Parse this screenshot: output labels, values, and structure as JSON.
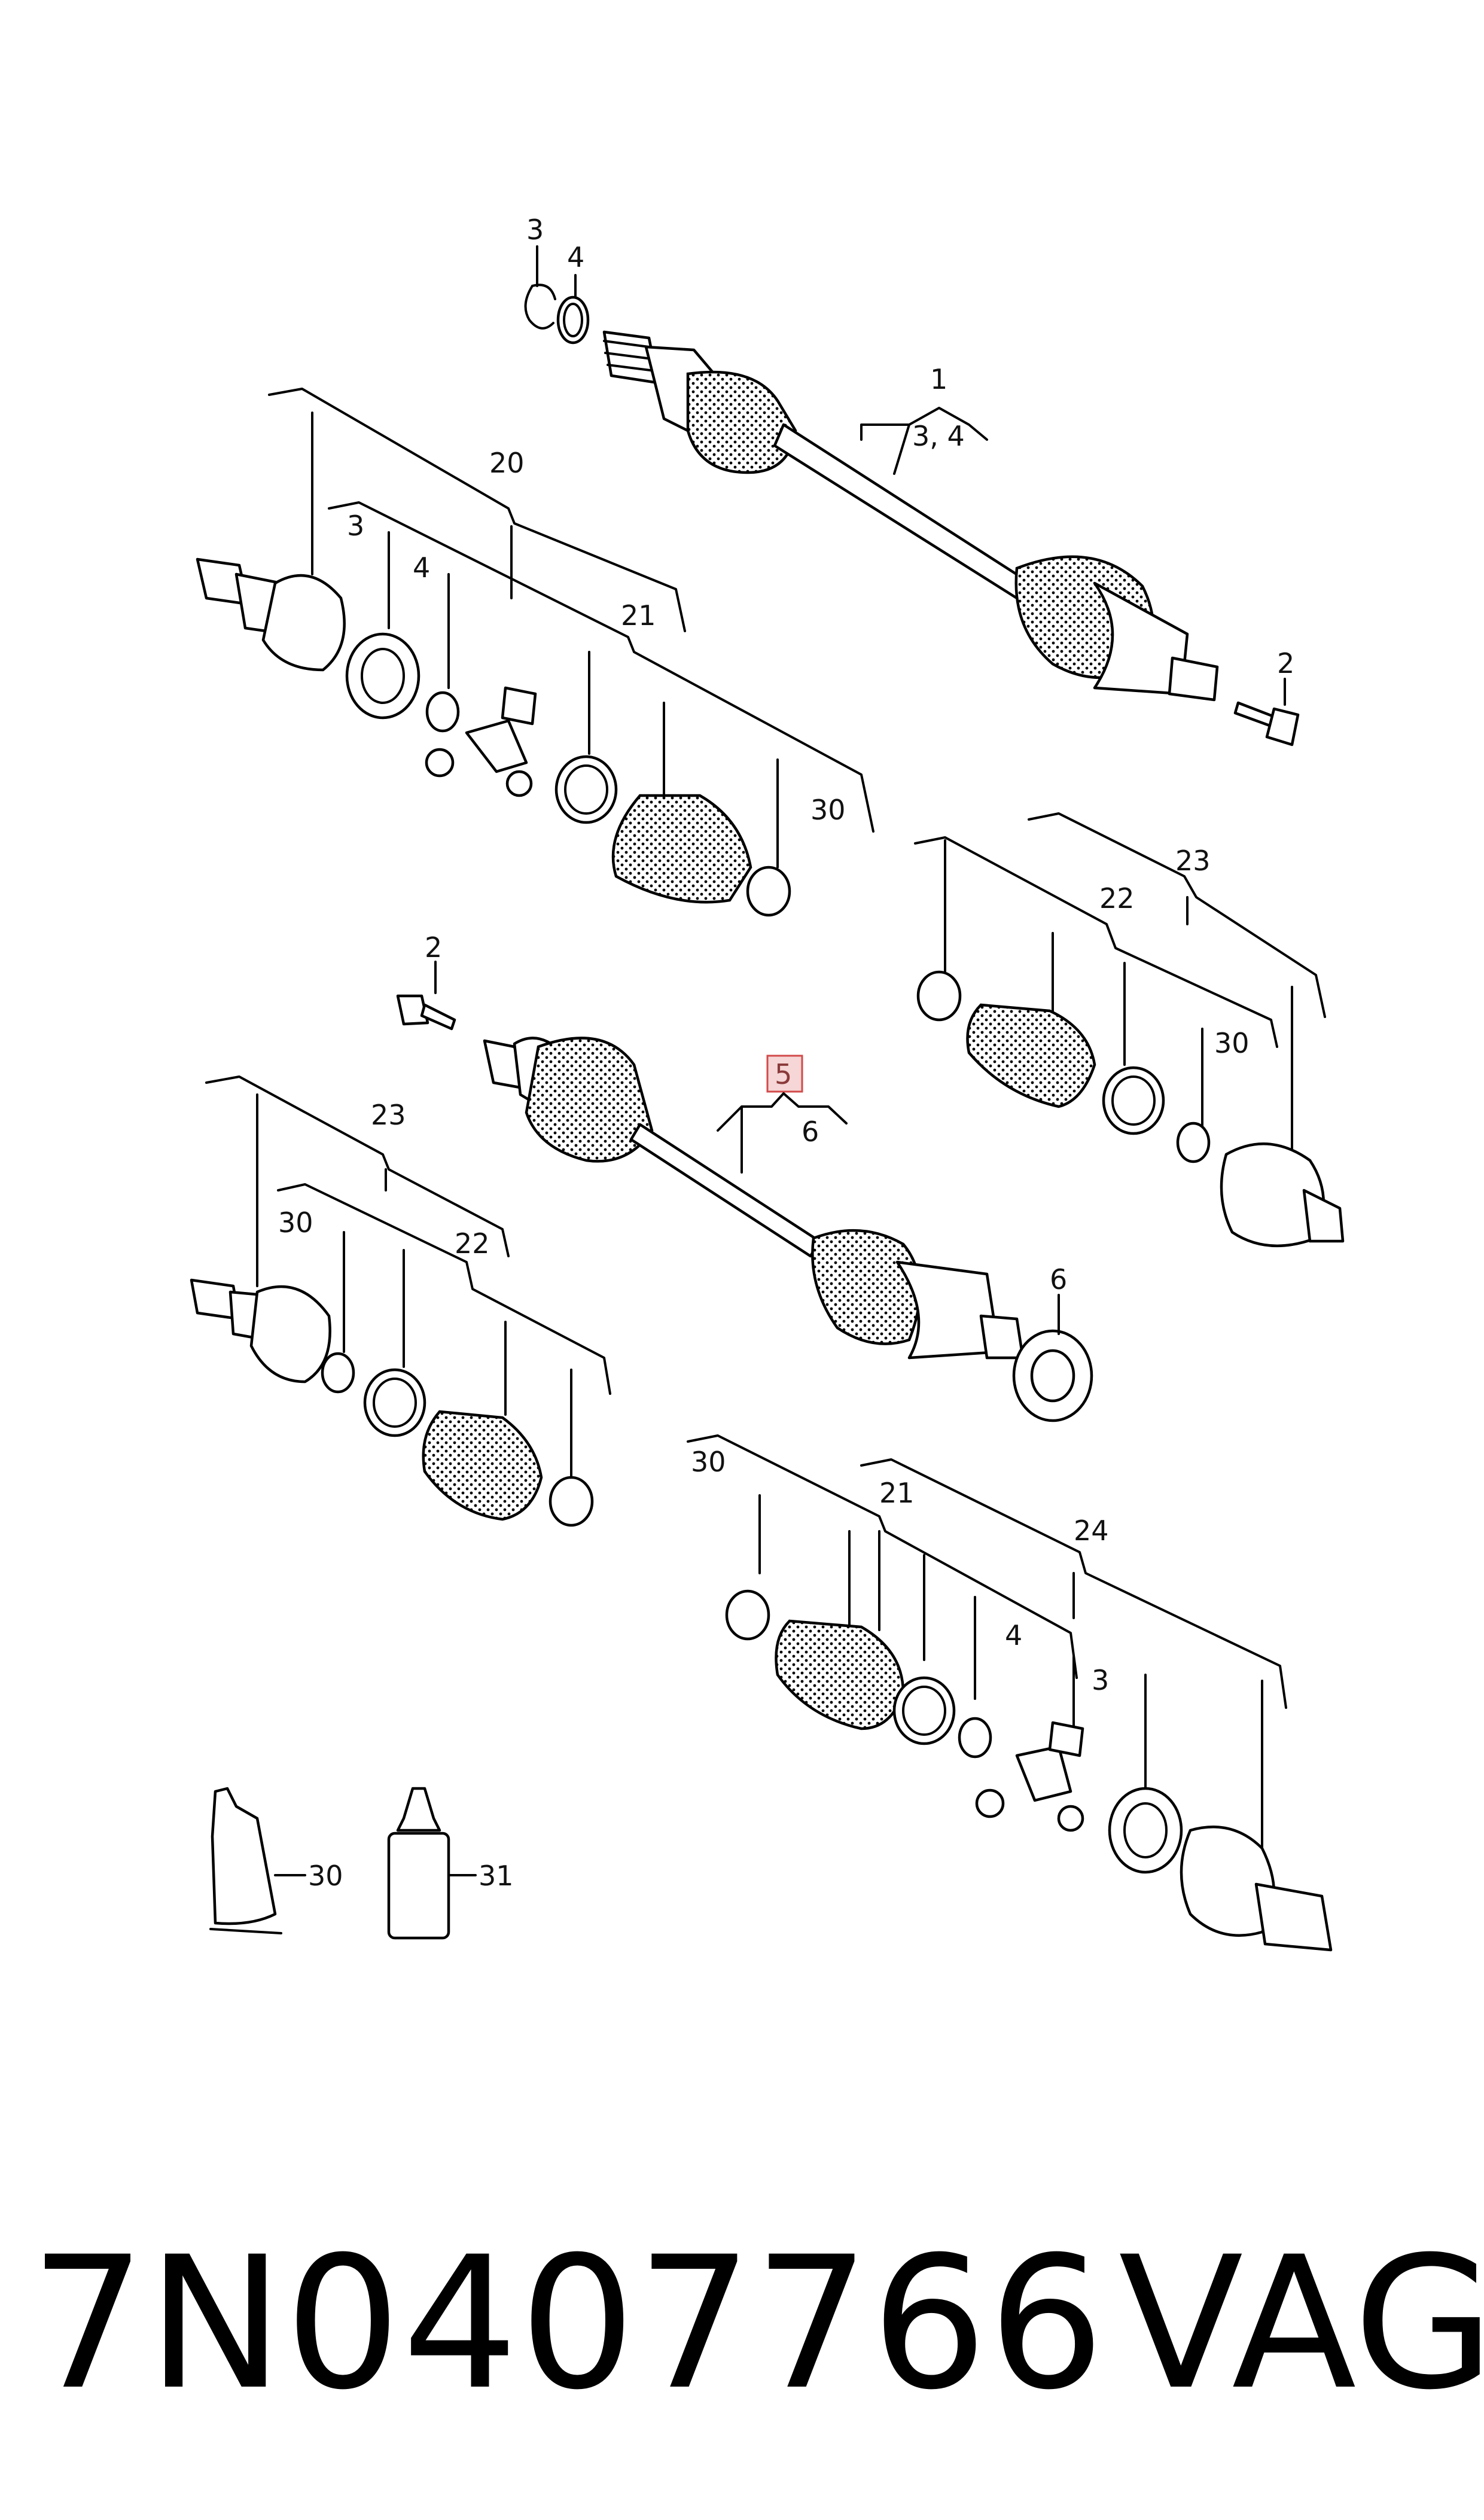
{
  "callouts": {
    "c1": "1",
    "c1_sub": "3, 4",
    "c2a": "2",
    "c3a": "3",
    "c4a": "4",
    "c20": "20",
    "c3b": "3",
    "c4b": "4",
    "c21a": "21",
    "c30a": "30",
    "c23a": "23",
    "c22a": "22",
    "c30b": "30",
    "c2b": "2",
    "c5": "5",
    "c6a": "6",
    "c6b": "6",
    "c23b": "23",
    "c30c": "30",
    "c22b": "22",
    "c30d": "30",
    "c21b": "21",
    "c24": "24",
    "c4c": "4",
    "c3c": "3",
    "c30e": "30",
    "c31": "31"
  },
  "footer": {
    "part_number": "7N0407766",
    "brand": "VAG"
  },
  "colors": {
    "highlight_fill": "#f6d6d6",
    "highlight_border": "#d24a4a"
  }
}
